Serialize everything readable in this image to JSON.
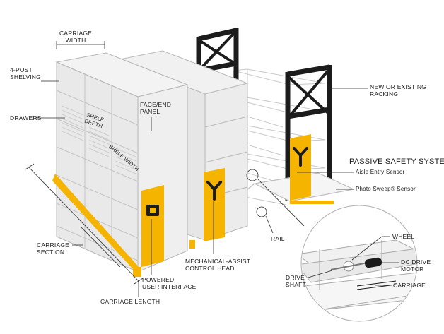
{
  "labels": {
    "carriage_width": [
      "CARRIAGE",
      "WIDTH"
    ],
    "four_post_shelving": [
      "4-POST",
      "SHELVING"
    ],
    "drawers": "DRAWERS",
    "face_end_panel": [
      "FACE/END",
      "PANEL"
    ],
    "shelf_depth": [
      "SHELF",
      "DEPTH"
    ],
    "shelf_width": "SHELF WIDTH",
    "new_or_existing_racking": [
      "NEW OR EXISTING",
      "RACKING"
    ],
    "passive_safety_system": "PASSIVE SAFETY SYSTEM",
    "aisle_entry_sensor": "Aisle Entry Sensor",
    "photo_sweep_sensor": "Photo Sweep® Sensor",
    "rail": "RAIL",
    "wheel": "WHEEL",
    "dc_drive_motor": [
      "DC DRIVE",
      "MOTOR"
    ],
    "drive_shaft": [
      "DRIVE",
      "SHAFT"
    ],
    "carriage": "CARRIAGE",
    "carriage_section": [
      "CARRIAGE",
      "SECTION"
    ],
    "powered_user_interface": [
      "POWERED",
      "USER INTERFACE"
    ],
    "mechanical_assist_control_head": [
      "MECHANICAL-ASSIST",
      "CONTROL HEAD"
    ],
    "carriage_length": "CARRIAGE LENGTH"
  },
  "colors": {
    "accent_yellow": "#f5b400",
    "racking_black": "#1c1c1c",
    "shelf_fill": "#ececec",
    "shelf_line": "#b9b9b9",
    "text": "#1a1a1a"
  }
}
